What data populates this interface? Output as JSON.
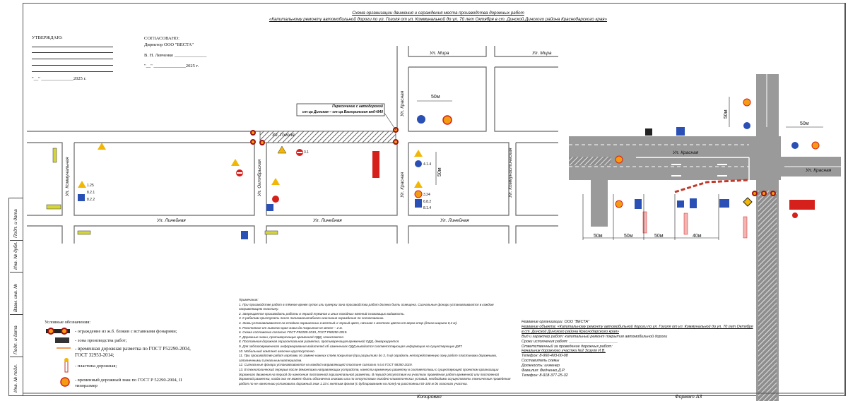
{
  "title": {
    "line1": "Схема организации движения и ограждения места производства дорожных работ",
    "line2": "«Капитальному ремонту автомобильной дороги по ул. Гоголя от ул. Коммунальной до ул. 70 лет Октября в ст. Динской Динского района Краснодарского края»"
  },
  "approve": {
    "label": "УТВЕРЖДАЮ:",
    "date": "\"__\" ______________2025 г."
  },
  "agreed": {
    "label": "СОГЛАСОВАНО:",
    "position": "Директор ООО \"ВЕСТА\"",
    "name": "В. Н. Левченко ______________",
    "date": "\"__\" ______________2025 г."
  },
  "streets": {
    "gogolya": "Ул. Гоголя",
    "mira": "Ул. Мира",
    "lineynaya": "Ул. Линейная",
    "kommunalnaya": "Ул. Коммунальная",
    "oktyabrskaya": "Ул. Октябрьская",
    "krasnaya": "Ул. Красная",
    "kommunisticheskaya": "Ул. Коммунистическая",
    "kommunisticheskaya_b": "Ул. Коммунистическая"
  },
  "callout": {
    "line1": "Пересечение с автодорогой",
    "line2": "ст-ца Динская – ст-ца Васюринская км0+940"
  },
  "dimensions": {
    "left_top": "50м",
    "left_side": "50м",
    "right_top_side": "50м",
    "right_top": "50м",
    "bottom": [
      "50м",
      "50м",
      "50м",
      "40м"
    ]
  },
  "sign_codes": {
    "s1": "1.25",
    "s2": "8.2.1",
    "s3": "8.2.2",
    "s4": "3.1",
    "s5": "4.1.4",
    "s6": "3.24",
    "s7": "6.8.2",
    "s8": "8.1.4"
  },
  "legend": {
    "title": "Условные обозначения:",
    "items": [
      "- ограждение из ж.б. блоков с вставными фонарями;",
      "- зона производства работ;",
      "- временная дорожная разметка по ГОСТ Р52290-2004, ГОСТ 32953-2014;",
      "- пластина дорожная;",
      "- временный дорожный знак по ГОСТ Р 52290-2004, II типоразмер"
    ]
  },
  "notes": {
    "title": "Примечания:",
    "items": [
      "1.      При производстве работ в тёмное время суток или сумерки зона производства работ должна быть освещена. Сигнальные фонари устанавливаются в каждом направляющем пластину.",
      "2.      Запрещается производить работы в период туманов и иных погодных явлений снижающих видимость.",
      "3.      К работам приступать после полномасштабного окончания ограждения по согласованию.",
      "4.      Знаки устанавливаются на стойках окрашенных в желтый и черный цвет, начиная с желтого цвета от верха опор (длина ширина 0,2 м).",
      "5.      Расстояние от нижнего края знака до покрытия не менее – 2 м.",
      "6.      Схема составлена согласно ГОСТ Р52289-2019, ГОСТ Р58350-2019.",
      "7.      Дорожные знаки, противоречащие временной ОДД, зачехляются.",
      "8.      Постоянная дорожная горизонтальная разметка, противоречащая временной ОДД, демаркируется.",
      "9.      Для заблаговременного информирования водителей об изменениях ОДД выводится соответствующая информация на существующие ДИТ.",
      "10.     Мобильный комплекс включен круглосуточно.",
      "11.     При производстве работ картами по замене нижних слоёв покрытия (при разрытиях до 3, 5 м) оградить непосредственную зону работ пластинами дорожными, заполненными сигнальным материалом.",
      "12.     Сигнальные фонари устанавливаются на каждой направляющей пластине согласно п.6.6 ГОСТ 58350-2019.",
      "13.     В технологический перерыв после демонтажа направляющих устройств, нанести временную разметку в соответствии с существующей проектом организации дорожного движения на период до нанесения постоянной горизонтальной разметки. В период отсутствия на участках проведения работ временной или постоянной дорожной разметки, когда она не может быть обозначена знаками или по отсутствию погодно-климатических условий, необходимо осуществлять технические проведения работ по не нанесению установить дорожный знак 1.33 с желтым фоном (с дублированием на поле) на расстоянии 50-100 м до опасного участка."
    ]
  },
  "info": {
    "org": "Название организации: ООО \"ВЕСТА\"",
    "object": "Название объекта: «Капитальному ремонту автомобильной дороги по ул. Гоголя от ул. Коммунальной до ул. 70 лет Октября в ст. Динской Динского района Краснодарского края»",
    "work": "Вид и характер работ: капитальный ремонт покрытия автомобильной дороги",
    "terms": "Сроки исполнения работ: _______________________",
    "responsible": "Ответственный за проведение дорожных работ:",
    "chief": "Начальник дорожного участка №2 Зозуля И.В.",
    "phone1": "Телефон: 8-960-493-00-08",
    "author": "Составитель схемы",
    "position": "Должность: инженер",
    "surname": "Фамилия: Федченко Д.Р.",
    "phone2": "Телефон: 8-918-377-25-32"
  },
  "stamp": {
    "cells": [
      "Подп. и дата",
      "Инв. № дубл.",
      "Взам. инв. №",
      "Подп. и дата",
      "Инв. № подл."
    ],
    "copied": "Копировал",
    "format": "Формат А3"
  },
  "colors": {
    "road": "#9a9a9a",
    "sign_yellow": "#f2b705",
    "sign_red": "#d6201b",
    "sign_blue": "#2a4fb5",
    "barrier": "#c0392b",
    "marking": "#e67e22"
  }
}
